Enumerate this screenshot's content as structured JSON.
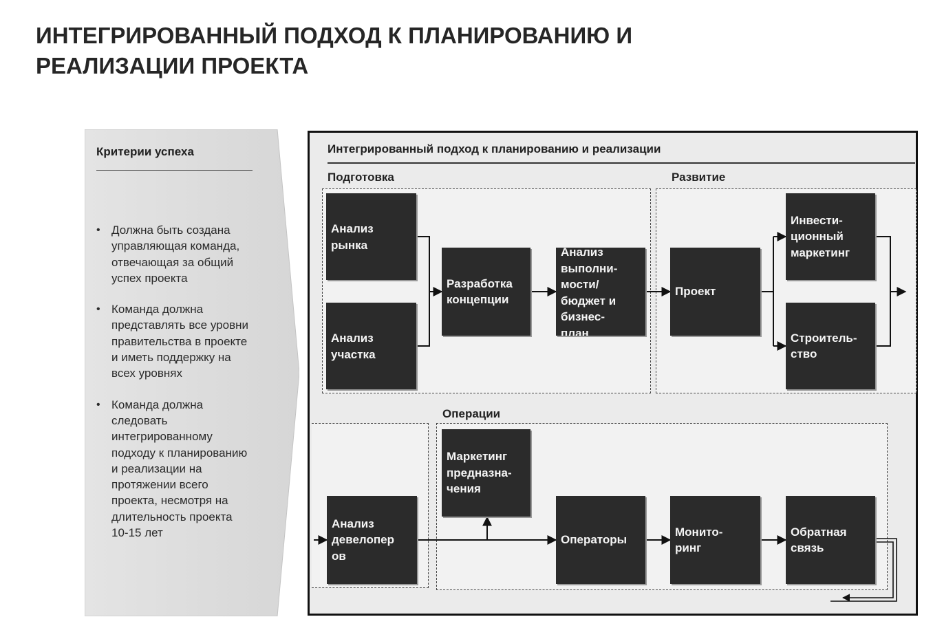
{
  "title_lines": [
    "ИНТЕГРИРОВАННЫЙ ПОДХОД К ПЛАНИРОВАНИЮ И",
    "РЕАЛИЗАЦИИ ПРОЕКТА"
  ],
  "criteria": {
    "heading": "Критерии успеха",
    "items": [
      {
        "lines": [
          "Должна быть создана",
          "управляющая команда,",
          "отвечающая за общий",
          "успех проекта"
        ]
      },
      {
        "lines": [
          "Команда должна",
          "представлять все уровни",
          "правительства в проекте",
          "и иметь поддержку на",
          "всех уровнях"
        ]
      },
      {
        "lines": [
          "Команда должна",
          "следовать",
          "интегрированному",
          "подходу к планированию",
          "и реализации на",
          "протяжении всего",
          "проекта, несмотря на",
          "длительность проекта",
          "10-15 лет"
        ]
      }
    ]
  },
  "diagram": {
    "heading": "Интегрированный подход к планированию и реализации",
    "sections": {
      "preparation": "Подготовка",
      "development": "Развитие",
      "operations": "Операции"
    },
    "boxes": {
      "market_analysis": [
        "Анализ",
        "рынка"
      ],
      "site_analysis": [
        "Анализ",
        "участка"
      ],
      "concept": [
        "Разработка",
        "концепции"
      ],
      "feasibility": [
        "Анализ",
        "выполни-",
        "мости/",
        "бюджет и",
        "бизнес-",
        "план"
      ],
      "project": [
        "Проект"
      ],
      "investment_marketing": [
        "Инвести-",
        "ционный",
        "маркетинг"
      ],
      "construction": [
        "Строитель-",
        "ство"
      ],
      "developer_analysis": [
        "Анализ",
        "девелопер",
        "ов"
      ],
      "destination_marketing": [
        "Маркетинг",
        "предназна-",
        "чения"
      ],
      "operators": [
        "Операторы"
      ],
      "monitoring": [
        "Монито-",
        "ринг"
      ],
      "feedback": [
        "Обратная",
        "связь"
      ]
    }
  }
}
